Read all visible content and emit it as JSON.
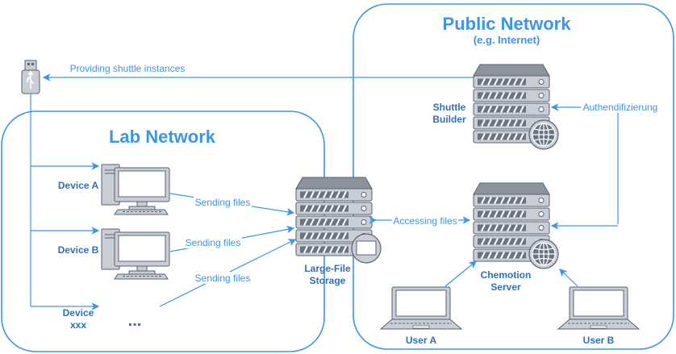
{
  "lab_network": {
    "title": "Lab Network"
  },
  "public_network": {
    "title": "Public Network",
    "subtitle": "(e.g. Internet)"
  },
  "usb": {
    "edge_label": "Providing shuttle instances"
  },
  "devices": [
    {
      "label": "Device A",
      "edge_label": "Sending files"
    },
    {
      "label": "Device B",
      "edge_label": "Sending files"
    },
    {
      "label_line1": "Device",
      "label_line2": "xxx",
      "ellipsis": "...",
      "edge_label": "Sending files"
    }
  ],
  "storage": {
    "label_line1": "Large-File",
    "label_line2": "Storage",
    "edge_label": "Accessing files"
  },
  "shuttle_builder": {
    "label_line1": "Shuttle",
    "label_line2": "Builder",
    "edge_label": "Authendifizierung"
  },
  "chemotion": {
    "label_line1": "Chemotion",
    "label_line2": "Server"
  },
  "users": [
    {
      "label": "User A"
    },
    {
      "label": "User B"
    }
  ],
  "colors": {
    "accent": "#3d95e8",
    "server_body": "#c8cdd6",
    "server_dark": "#6a7381"
  }
}
